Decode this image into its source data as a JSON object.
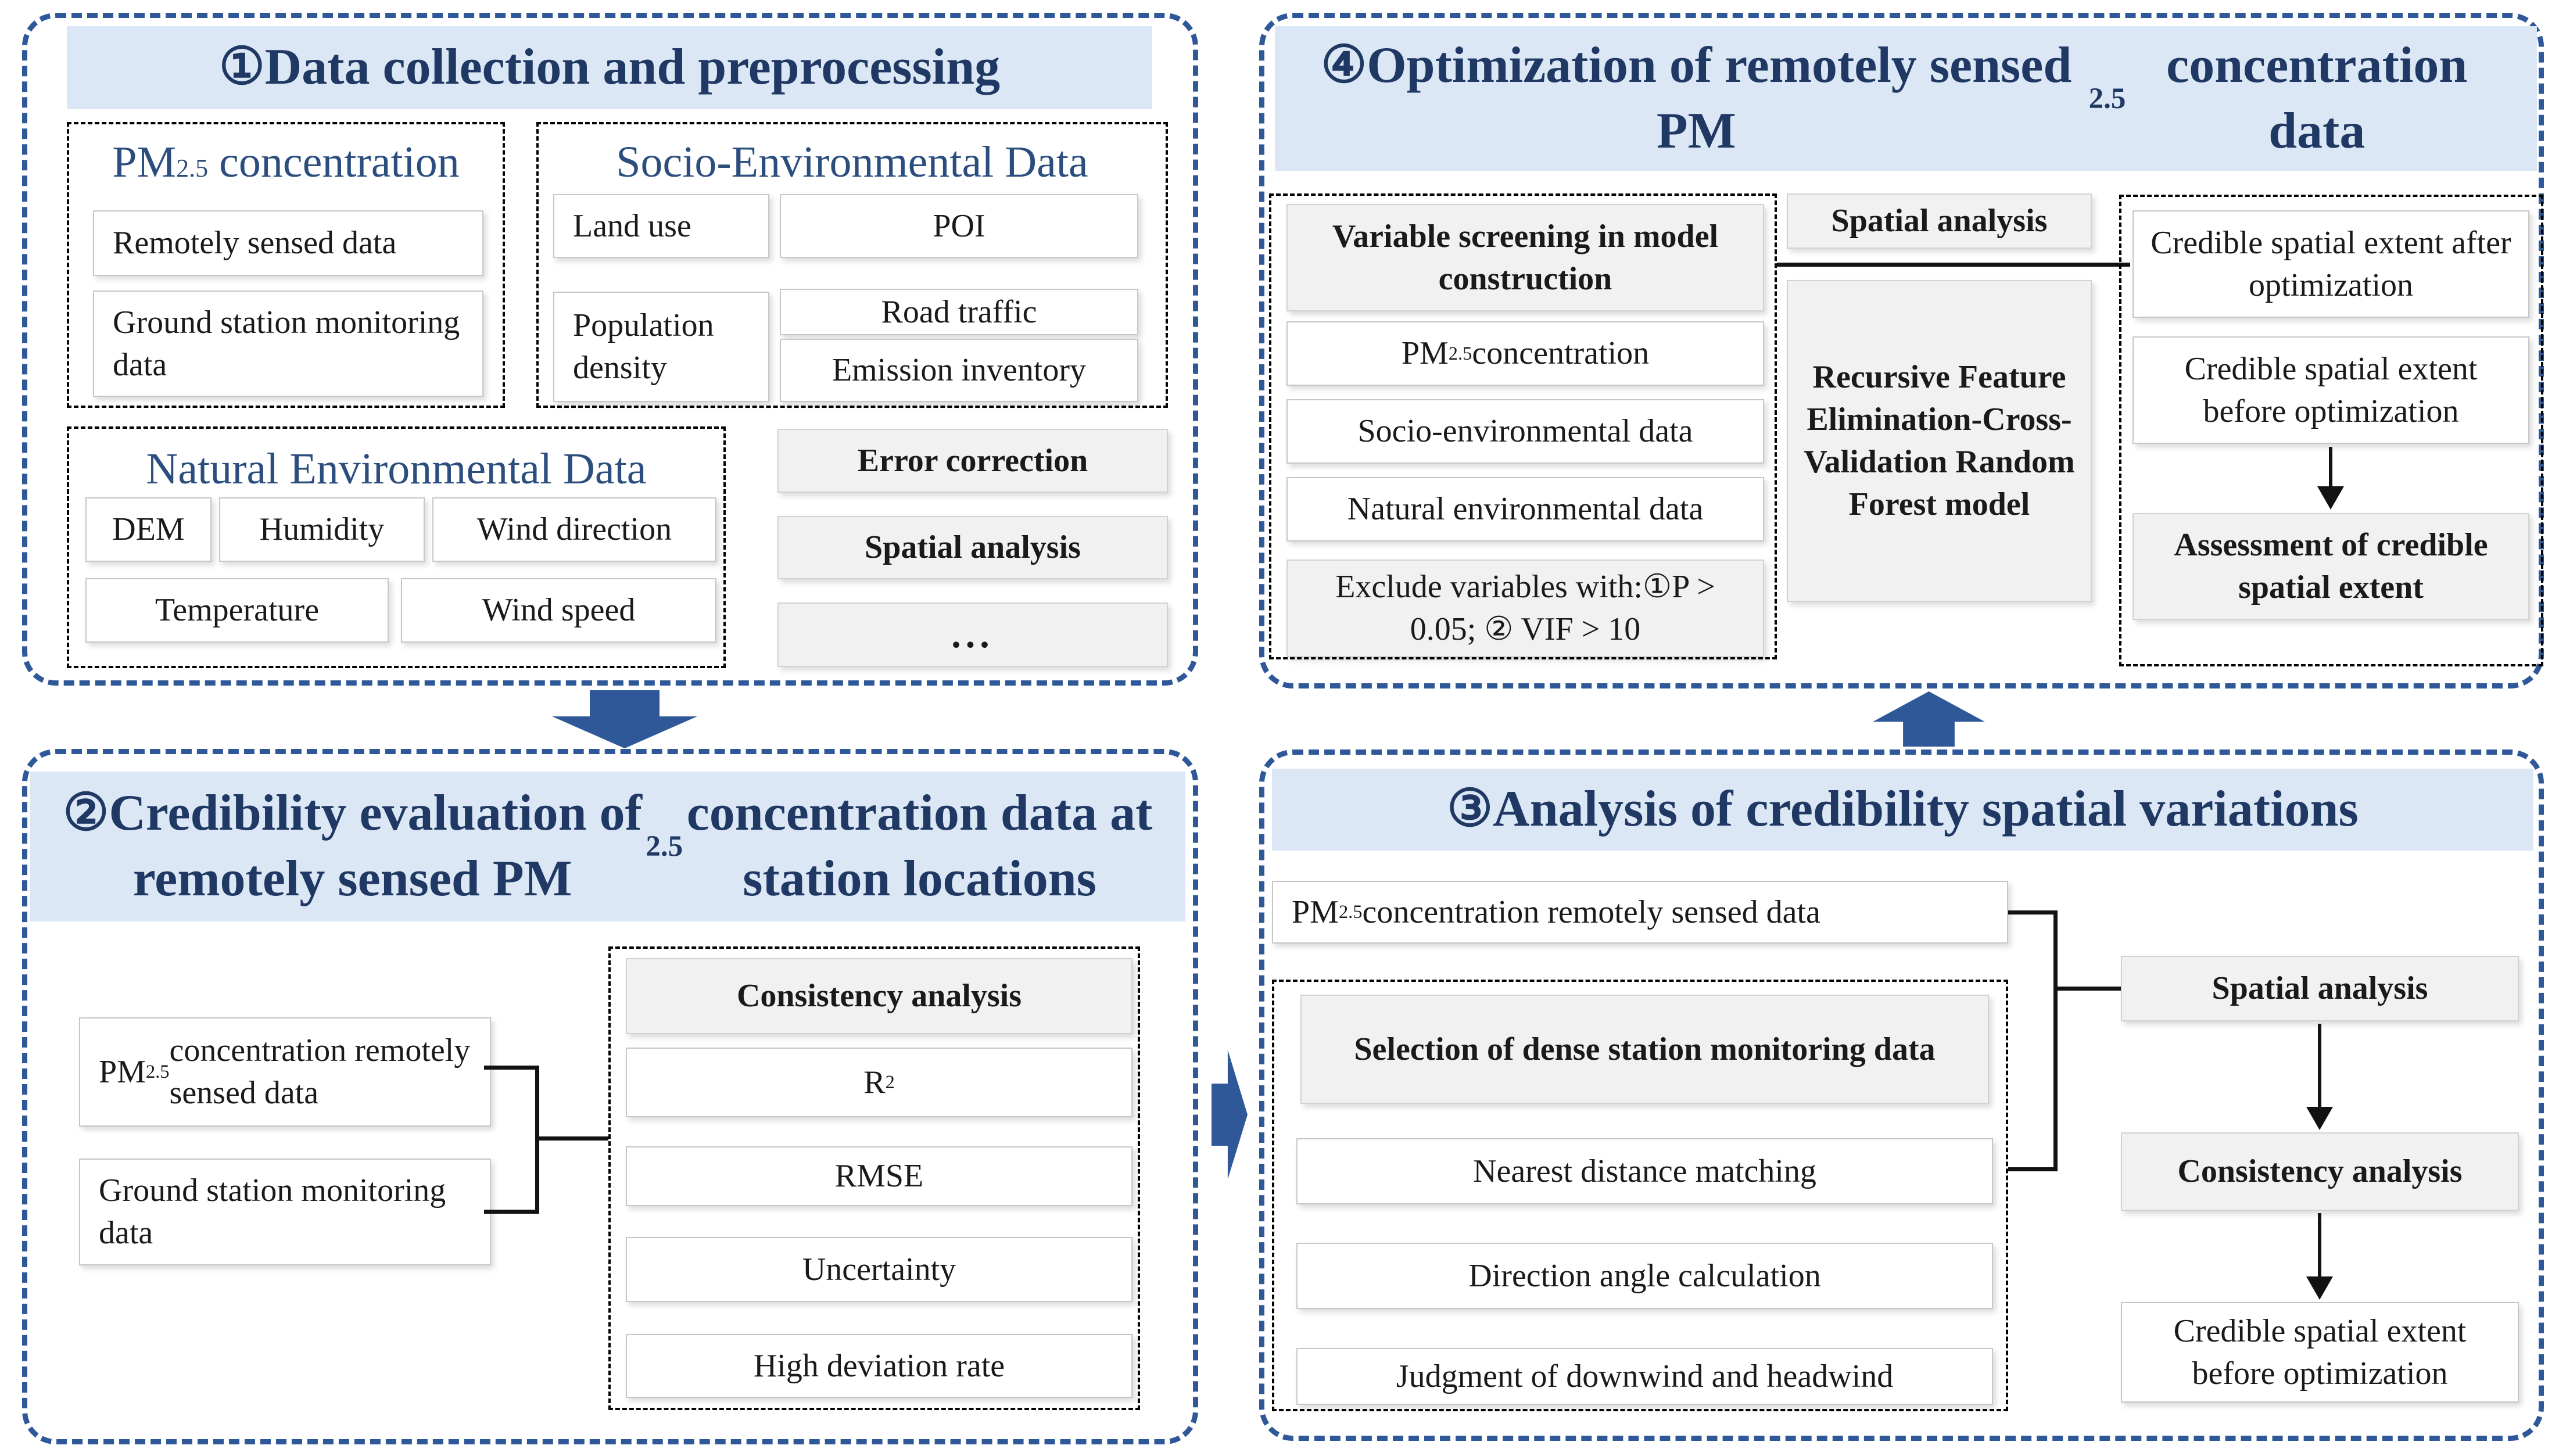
{
  "colors": {
    "accent": "#2f5899",
    "band_bg": "#dbe7f4",
    "band_text": "#1f3864",
    "subtitle_text": "#2b4e7e",
    "gray_box_bg": "#f1f1f1",
    "line": "#121212"
  },
  "q1": {
    "title": "①Data collection and preprocessing",
    "pm_group": {
      "title": "PM[sub]2.5[/sub] concentration",
      "items": [
        "Remotely sensed data",
        "Ground station monitoring data"
      ]
    },
    "socio_group": {
      "title": "Socio-Environmental Data",
      "items": [
        "Land use",
        "POI",
        "Population density",
        "Road traffic",
        "Emission inventory"
      ]
    },
    "natural_group": {
      "title": "Natural Environmental Data",
      "items": [
        "DEM",
        "Humidity",
        "Wind direction",
        "Temperature",
        "Wind speed"
      ]
    },
    "process": [
      "Error correction",
      "Spatial analysis",
      "..."
    ]
  },
  "q2": {
    "title": "②Credibility evaluation of remotely sensed PM[sub]2.5[/sub] concentration data at station locations",
    "inputs": [
      "PM[sub]2.5[/sub] concentration remotely sensed data",
      "Ground station monitoring data"
    ],
    "consistency": {
      "header": "Consistency analysis",
      "metrics": [
        "R[sup]2[/sup]",
        "RMSE",
        "Uncertainty",
        "High deviation rate"
      ]
    }
  },
  "q3": {
    "title": "③Analysis of credibility spatial variations",
    "input": "PM[sub]2.5[/sub] concentration remotely sensed data",
    "selection": {
      "header": "Selection of dense station monitoring data",
      "steps": [
        "Nearest distance matching",
        "Direction angle calculation",
        "Judgment of downwind and headwind"
      ]
    },
    "flow": {
      "spatial": "Spatial analysis",
      "consistency": "Consistency analysis",
      "result": "Credible spatial extent before optimization"
    }
  },
  "q4": {
    "title": "④Optimization of remotely sensed PM[sub]2.5[/sub] concentration data",
    "screening": {
      "header": "Variable screening in model construction",
      "items": [
        "PM[sub]2.5[/sub] concentration",
        "Socio-environmental data",
        "Natural environmental data"
      ],
      "exclude": "Exclude variables with:①P > 0.05; ② VIF > 10"
    },
    "middle": {
      "spatial": "Spatial analysis",
      "model": "Recursive Feature Elimination-Cross-Validation Random Forest model"
    },
    "extent": {
      "after": "Credible spatial extent after optimization",
      "before": "Credible spatial extent before optimization",
      "assessment": "Assessment of credible spatial extent"
    }
  }
}
